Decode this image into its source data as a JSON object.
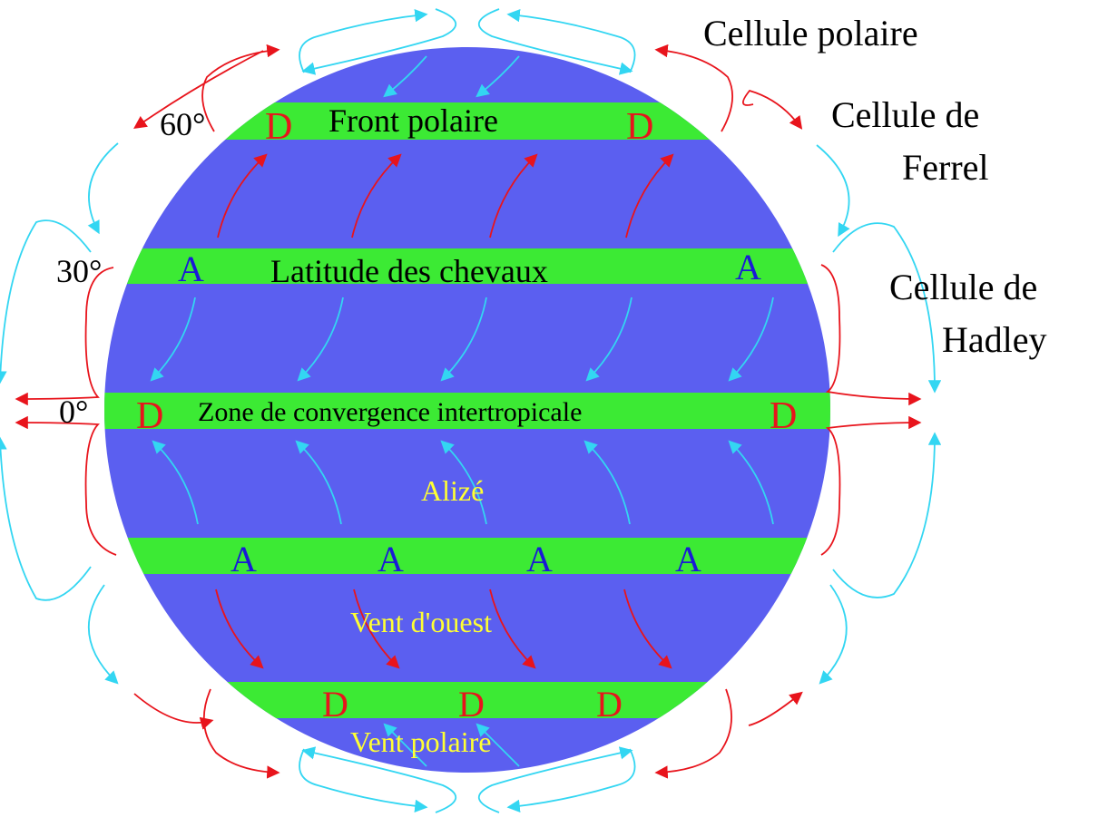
{
  "colors": {
    "globe": "#5b5ff0",
    "band": "#3cea34",
    "warm_arrow": "#e8141c",
    "cold_arrow": "#33d6f2",
    "pressure_low": "#e8141c",
    "pressure_high": "#1a1ad6",
    "wind_label": "#ffff33",
    "text": "#000000"
  },
  "cells": {
    "polar": "Cellule polaire",
    "ferrel_line1": "Cellule de",
    "ferrel_line2": "Ferrel",
    "hadley_line1": "Cellule de",
    "hadley_line2": "Hadley"
  },
  "latitudes": {
    "lat60": "60°",
    "lat30": "30°",
    "lat0": "0°"
  },
  "bands": {
    "polar_front": "Front polaire",
    "horse_latitudes": "Latitude des chevaux",
    "itcz": "Zone de convergence intertropicale"
  },
  "winds": {
    "trade": "Alizé",
    "westerly": "Vent d'ouest",
    "polar": "Vent polaire"
  },
  "pressure": {
    "low": "D",
    "high": "A"
  }
}
